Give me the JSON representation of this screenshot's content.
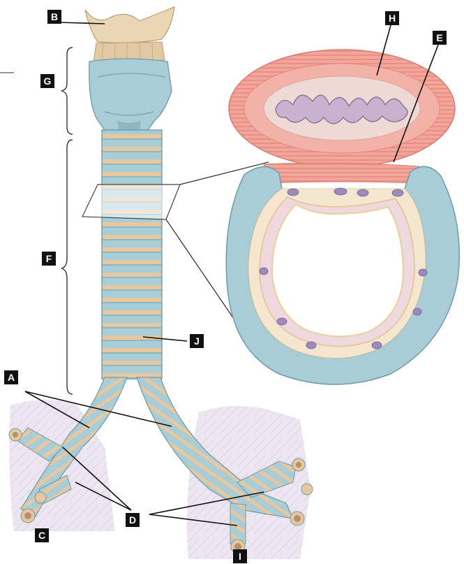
{
  "diagram": {
    "labels": {
      "A": "A",
      "B": "B",
      "C": "C",
      "D": "D",
      "E": "E",
      "F": "F",
      "G": "G",
      "H": "H",
      "I": "I",
      "J": "J"
    },
    "colors": {
      "cartilage": "#a9cdd6",
      "cartilage_dark": "#7fa9b6",
      "ligament": "#e6c7a0",
      "muscle": "#f2a59a",
      "esophagus_lumen": "#c9b2cf",
      "lung_tissue": "#ebe3ef",
      "mucosa": "#f5e6cf"
    }
  }
}
